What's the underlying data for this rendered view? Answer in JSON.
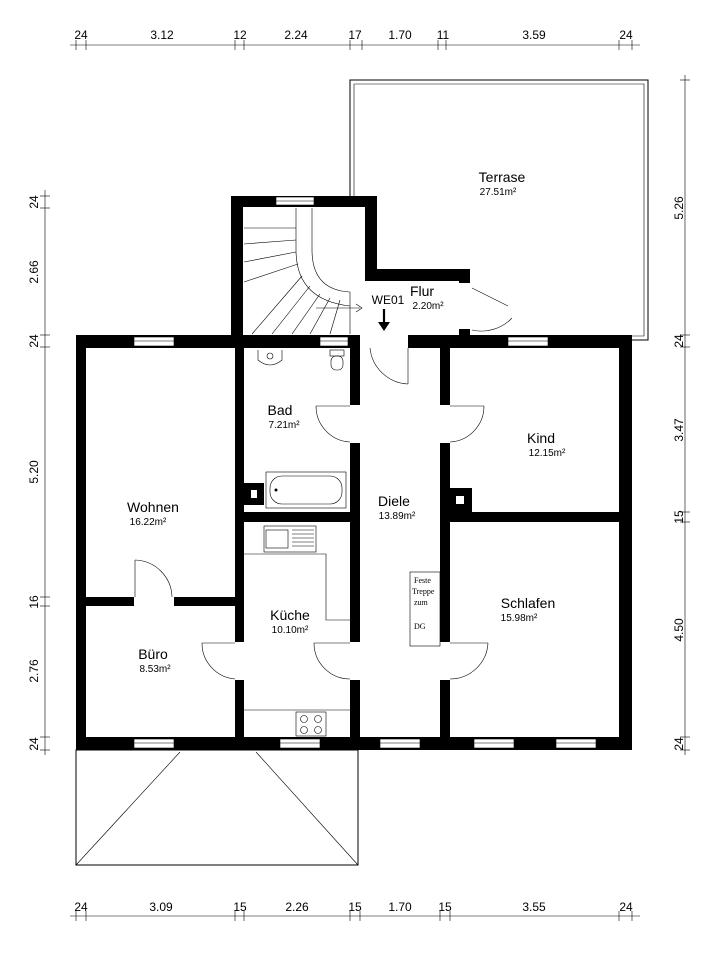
{
  "rooms": {
    "terrase": {
      "name": "Terrase",
      "area": "27.51m²"
    },
    "flur": {
      "name": "Flur",
      "area": "2.20m²"
    },
    "unit_label": "WE01",
    "bad": {
      "name": "Bad",
      "area": "7.21m²"
    },
    "wohnen": {
      "name": "Wohnen",
      "area": "16.22m²"
    },
    "kind": {
      "name": "Kind",
      "area": "12.15m²"
    },
    "diele": {
      "name": "Diele",
      "area": "13.89m²"
    },
    "kueche": {
      "name": "Küche",
      "area": "10.10m²"
    },
    "buero": {
      "name": "Büro",
      "area": "8.53m²"
    },
    "schlafen": {
      "name": "Schlafen",
      "area": "15.98m²"
    }
  },
  "stair_note": {
    "line1": "Feste",
    "line2": "Treppe",
    "line3": "zum",
    "line4": "DG"
  },
  "dimensions": {
    "top": [
      "24",
      "3.12",
      "12",
      "2.24",
      "17",
      "1.70",
      "11",
      "3.59",
      "24"
    ],
    "bottom": [
      "24",
      "3.09",
      "15",
      "2.26",
      "15",
      "1.70",
      "15",
      "3.55",
      "24"
    ],
    "left": [
      "24",
      "2.66",
      "24",
      "5.20",
      "16",
      "2.76",
      "24"
    ],
    "right": [
      "5.26",
      "24",
      "3.47",
      "15",
      "4.50",
      "24"
    ]
  }
}
